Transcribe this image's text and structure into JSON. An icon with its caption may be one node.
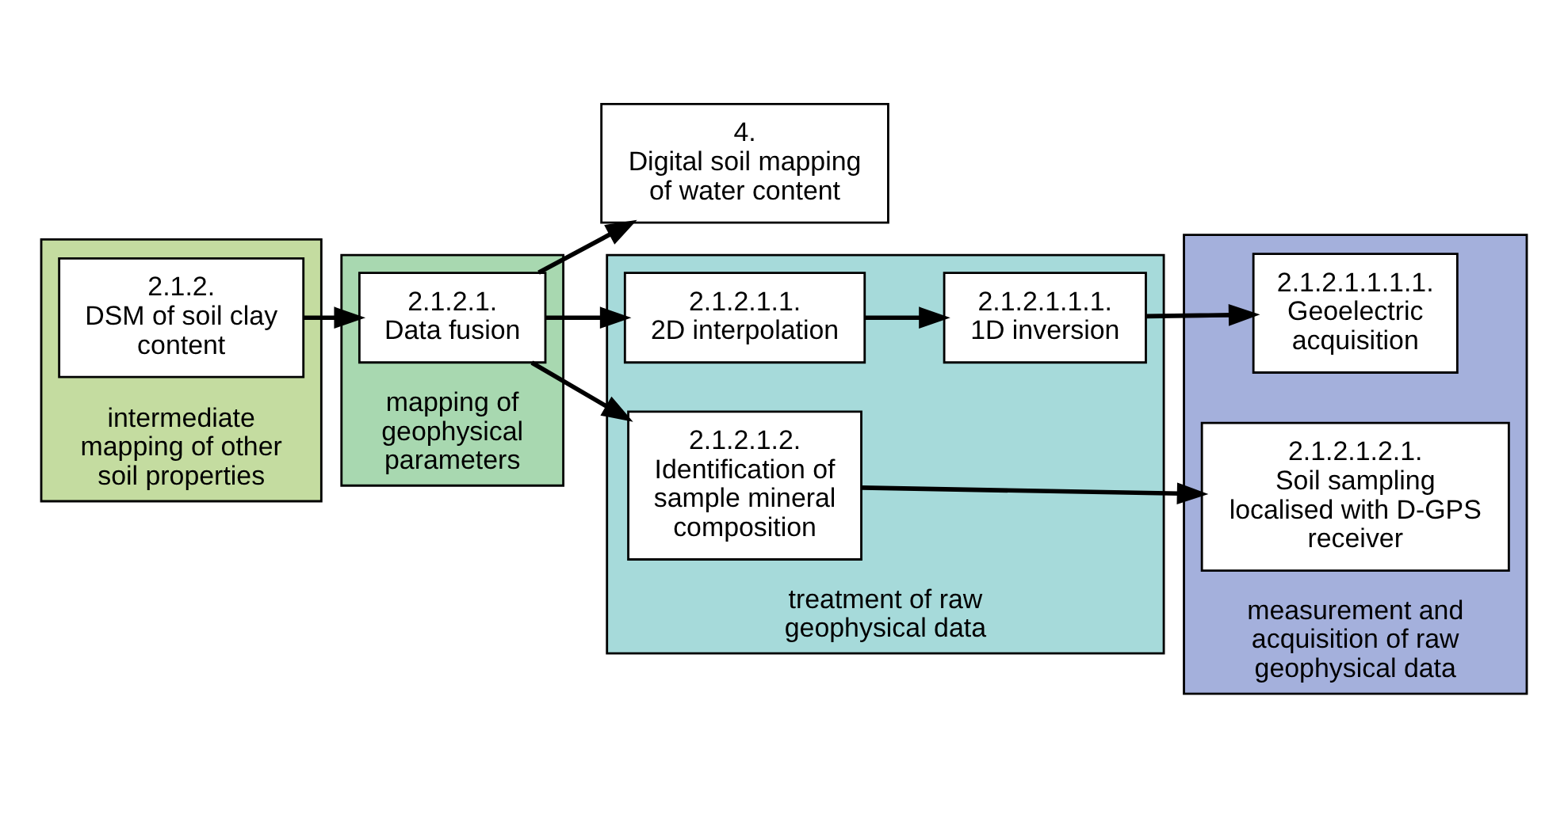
{
  "diagram": {
    "nodes": [
      {
        "text": [
          "intermediate mapping of other soil properties"
        ]
      },
      {
        "text": [
          "2.1.2.",
          "DSM of soil clay content"
        ],
        "in": 0
      },
      {
        "text": [
          "mapping of geophysical parameters"
        ]
      },
      {
        "text": [
          "2.1.2.1.",
          "Data fusion"
        ],
        "in": 2
      },
      {
        "text": [
          "4.",
          "Digital soil mapping of water content"
        ]
      },
      {
        "text": [
          "treatment of raw geophysical data"
        ]
      },
      {
        "text": [
          "2.1.2.1.1.",
          "2D interpolation"
        ],
        "in": 5
      },
      {
        "text": [
          "2.1.2.1.1.1.",
          "1D inversion"
        ],
        "in": 5
      },
      {
        "text": [
          "2.1.2.1.2.",
          "Identification of sample mineral composition"
        ],
        "in": 5
      },
      {
        "text": [
          "measurement and acquisition of raw geophysical data"
        ]
      },
      {
        "text": [
          "2.1.2.1.1.1.1.",
          "Geoelectric acquisition"
        ],
        "in": 9
      },
      {
        "text": [
          "2.1.2.1.2.1.",
          "Soil sampling localised with D-GPS receiver"
        ],
        "in": 9
      }
    ],
    "edges": [
      {
        "from": 1,
        "to": 3,
        "arrow": "to"
      },
      {
        "from": 3,
        "to": 4,
        "arrow": "to"
      },
      {
        "from": 3,
        "to": 6,
        "arrow": "to"
      },
      {
        "from": 6,
        "to": 7,
        "arrow": "to"
      },
      {
        "from": 7,
        "to": 10,
        "arrow": "to"
      },
      {
        "from": 3,
        "to": 8,
        "arrow": "to"
      },
      {
        "from": 8,
        "to": 11,
        "arrow": "to"
      }
    ]
  }
}
